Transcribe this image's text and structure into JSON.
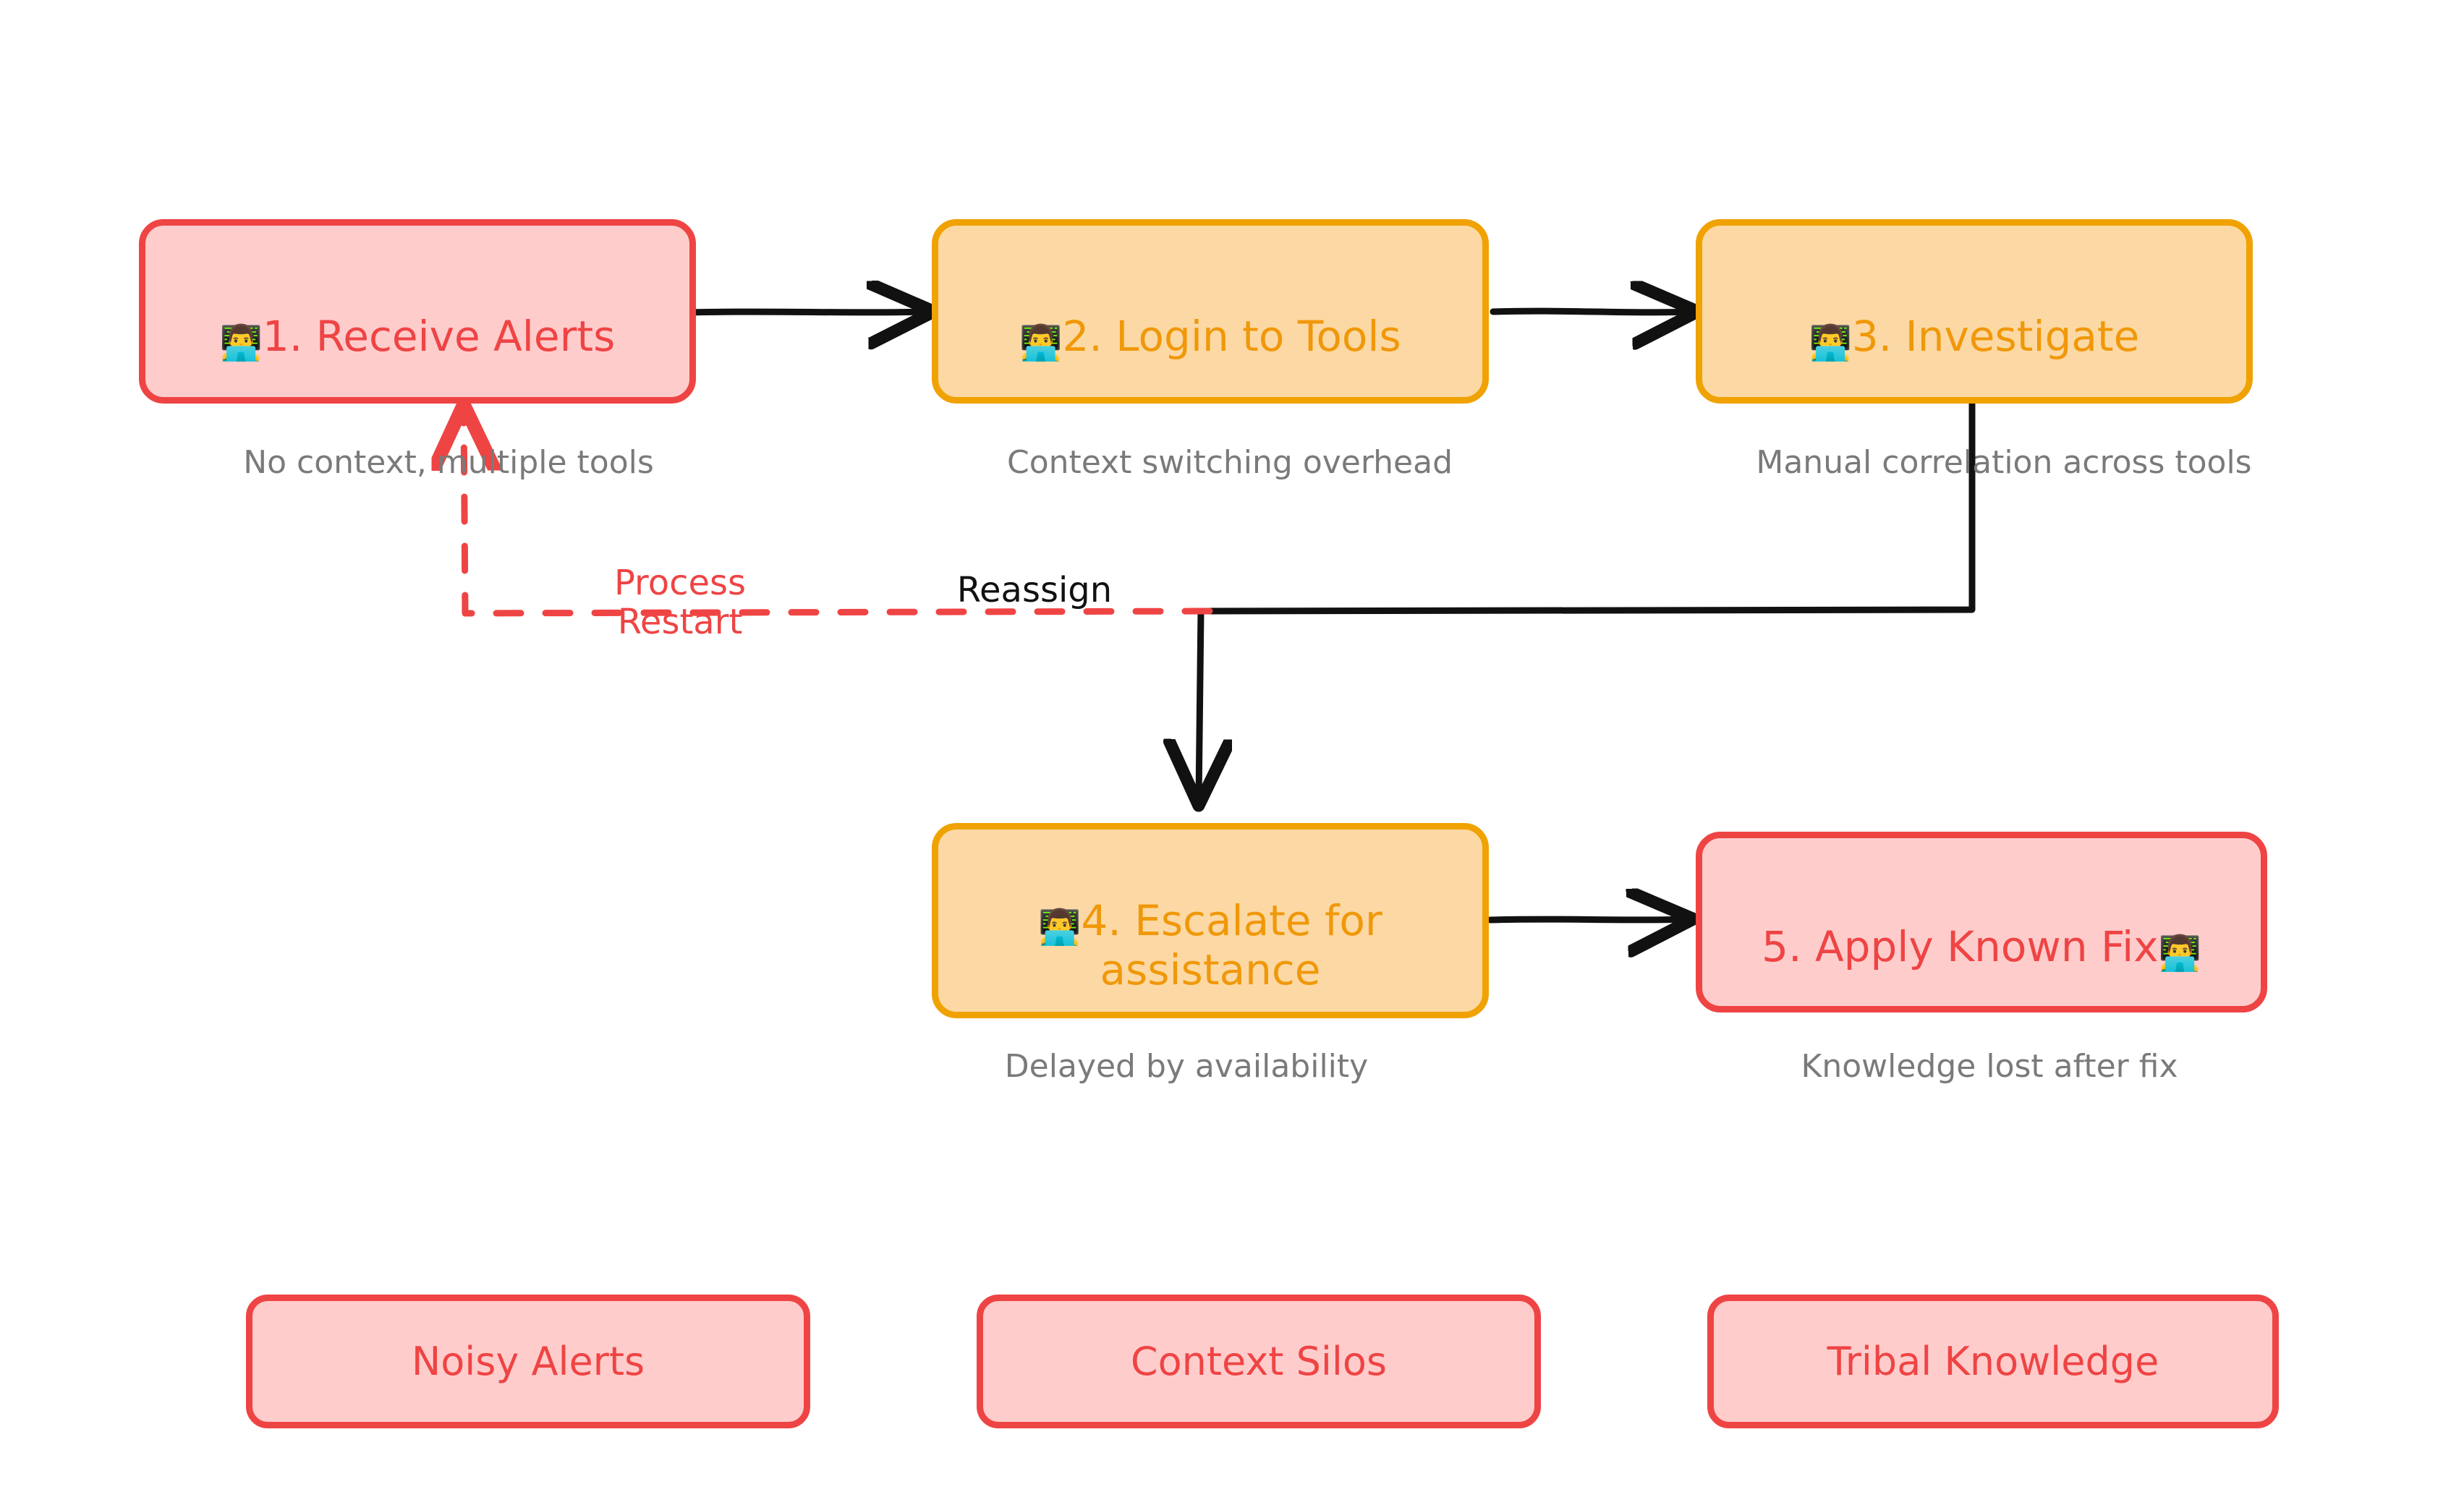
{
  "diagram": {
    "type": "flowchart",
    "background": "#ffffff",
    "style": "hand-drawn sketch",
    "colors": {
      "red_stroke": "#ef4444",
      "red_fill": "#ffcccc",
      "orange_stroke": "#f0a202",
      "orange_fill": "#fcd9a4",
      "caption_gray": "#7a7a7a",
      "edge_black": "#111111",
      "edge_red_dashed": "#ef4444"
    },
    "nodes": [
      {
        "id": "n1",
        "label": "1. Receive Alerts",
        "icon": "man-technologist-emoji",
        "icon_glyph": "👨‍💻",
        "icon_position": "leading",
        "severity": "red",
        "caption": "No context, multiple tools"
      },
      {
        "id": "n2",
        "label": "2. Login to Tools",
        "icon": "man-technologist-emoji",
        "icon_glyph": "👨‍💻",
        "icon_position": "leading",
        "severity": "orange",
        "caption": "Context switching overhead"
      },
      {
        "id": "n3",
        "label": "3. Investigate",
        "icon": "man-technologist-emoji",
        "icon_glyph": "👨‍💻",
        "icon_position": "leading",
        "severity": "orange",
        "caption": "Manual correlation across tools"
      },
      {
        "id": "n4",
        "label": "4. Escalate for\nassistance",
        "icon": "man-technologist-emoji",
        "icon_glyph": "👨‍💻",
        "icon_position": "leading",
        "severity": "orange",
        "caption": "Delayed by availability"
      },
      {
        "id": "n5",
        "label": "5. Apply Known Fix",
        "icon": "man-technologist-emoji",
        "icon_glyph": "👨‍💻",
        "icon_position": "trailing",
        "severity": "red",
        "caption": "Knowledge lost after fix"
      }
    ],
    "edges": [
      {
        "from": "n1",
        "to": "n2",
        "label": "",
        "style": "solid",
        "color": "#111111"
      },
      {
        "from": "n2",
        "to": "n3",
        "label": "",
        "style": "solid",
        "color": "#111111"
      },
      {
        "from": "n3",
        "to": "n4",
        "label": "Reassign",
        "style": "solid",
        "color": "#111111"
      },
      {
        "from": "n3",
        "to": "n1",
        "label": "Process\nRestart",
        "style": "dashed",
        "color": "#ef4444"
      },
      {
        "from": "n4",
        "to": "n5",
        "label": "",
        "style": "solid",
        "color": "#111111"
      }
    ],
    "pain_points": [
      {
        "id": "p1",
        "label": "Noisy Alerts"
      },
      {
        "id": "p2",
        "label": "Context Silos"
      },
      {
        "id": "p3",
        "label": "Tribal Knowledge"
      }
    ]
  }
}
